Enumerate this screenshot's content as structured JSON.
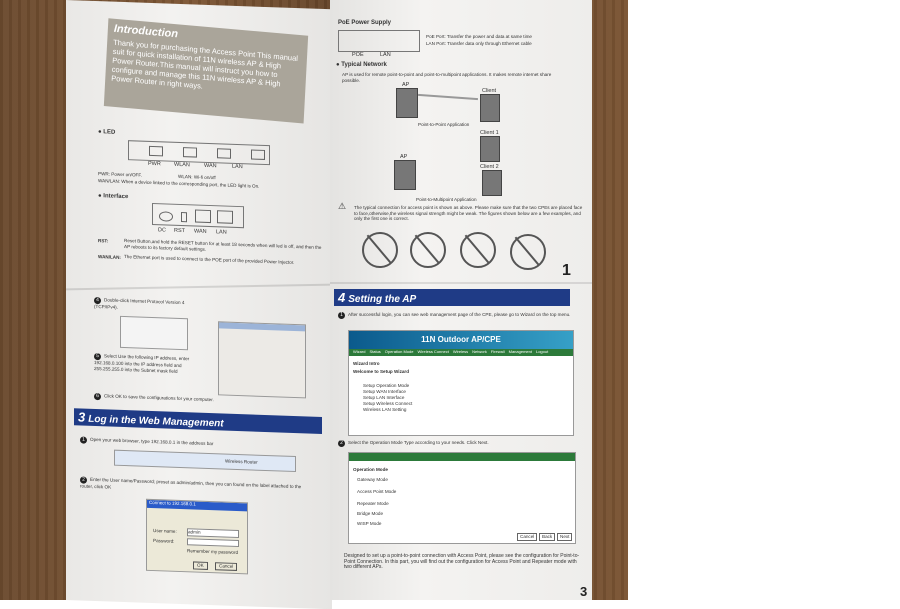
{
  "left_page": {
    "introduction": {
      "title": "Introduction",
      "body": "Thank you for purchasing the Access Point This manual suit for quick installation of 11N wireless AP & High Power Router.This manual will instruct you how to configure and manage this 11N wireless AP & High Power Router in right ways."
    },
    "led": {
      "heading": "LED",
      "labels": [
        "PWR",
        "WLAN",
        "WAN",
        "LAN"
      ],
      "pwr_desc": "PWR: Power on/OFF.",
      "wlan_desc": "WLAN: Wi-fi on/off",
      "wanlan_desc": "WAN/LAN: When a device linked to the corresponding port, the LED light is On."
    },
    "interface": {
      "heading": "Interface",
      "labels": [
        "DC",
        "RST",
        "WAN",
        "LAN"
      ],
      "rst_key": "RST:",
      "rst_desc": "Reset Button,and hold the RESET button for at least 18 seconds when will led is off, and then the AP reboots to its factory default settings.",
      "wanlan_key": "WAN/LAN:",
      "wanlan_desc": "The Ethernet port is used to connect to the POE port of the provided Power Injector."
    },
    "step4": "Double-click Internet Protocol Version 4 (TCP/IPv4).",
    "step5": "Select Use the following IP address, enter 192.168.0.100 into the IP address field and 255.255.255.0 into the Subnet mask field",
    "step6": "Click OK to save the configurations for your computer.",
    "section3": {
      "num": "3",
      "title": "Log in the Web Management"
    },
    "login_step1": "Open your web browser, type 192.168.0.1 in the address bar",
    "login_step2": "Enter the User name/Password; preset as admin/admin, then you can found on the label attached to the router, click OK",
    "browser_tab": "Wireless Router",
    "dialog_title": "Connect to 192.168.0.1",
    "user_label": "User name:",
    "pass_label": "Password:",
    "user_value": "admin",
    "remember": "Remember my password",
    "ok": "OK",
    "cancel": "Cancel"
  },
  "right_page": {
    "poe": {
      "heading": "PoE Power Supply",
      "port_labels": [
        "POE",
        "LAN"
      ],
      "poe_desc": "PoE Port: Transfer the power and data at same time",
      "lan_desc": "LAN Port: Transfer data only through Ethernet cable"
    },
    "typical": {
      "heading": "Typical Network",
      "body": "AP is used for remote point-to-point and point-to-multipoint applications. It makes remote internet share possible.",
      "cap1": "Point-to-Point Application",
      "cap2": "Point-to-Multipoint Application",
      "labels": [
        "AP",
        "Client",
        "Client 1",
        "Client 2"
      ],
      "note": "The typical connection for access point is shown as above. Please make sure that the two CPEs are placed face to face,otherwise,the wireless signal strength might be weak. The figures shown below are a few examples, and only the first one is correct."
    },
    "page_num_1": "1",
    "section4": {
      "num": "4",
      "title": "Setting the AP"
    },
    "step1": "After successful login, you can see web management page of the CPE, please go to Wizard on the top menu.",
    "web_title": "11N Outdoor AP/CPE",
    "menu": [
      "Wizard",
      "Status",
      "Operation Mode",
      "Wireless Connect",
      "Wireless",
      "Network",
      "Firewall",
      "Management",
      "Logout"
    ],
    "wizard_heading": "Wizard Intro",
    "wizard_welcome": "Welcome to Setup Wizard",
    "wizard_items": [
      "Setup Operation Mode",
      "Setup WAN Interface",
      "Setup LAN Interface",
      "Setup Wireless Connect",
      "Wireless LAN Setting"
    ],
    "step2": "Select the Operation Mode Type according to your needs. Click Next.",
    "op_heading": "Operation Mode",
    "op_modes": [
      "Gateway Mode",
      "Access Point Mode",
      "Repeater Mode",
      "Bridge Mode",
      "WISP Mode"
    ],
    "buttons": [
      "Cancel",
      "Back",
      "Next"
    ],
    "footer_text": "Designed to set up a point-to-point connection with Access Point, please see the configuration for Point-to-Point Connection. In this part, you will find out the configuration for Access Point and Repeater mode with two different APs.",
    "page_num_3": "3"
  }
}
